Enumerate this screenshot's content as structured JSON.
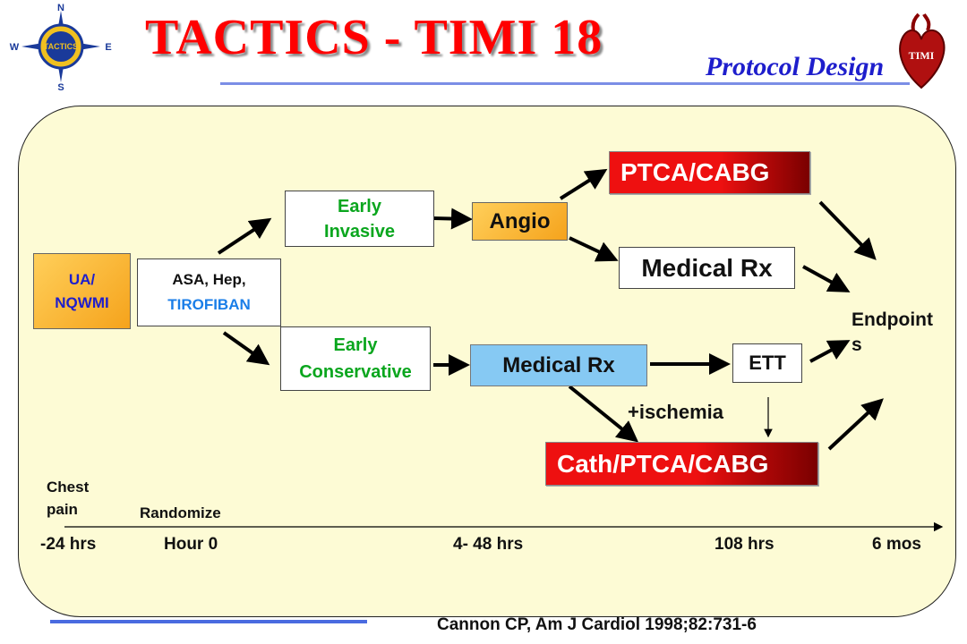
{
  "header": {
    "title": "TACTICS - TIMI 18",
    "subtitle": "Protocol Design",
    "tactics_logo_text": "TACTICS",
    "compass": {
      "n": "N",
      "s": "S",
      "e": "E",
      "w": "W"
    },
    "timi_logo_text": "TIMI"
  },
  "flow": {
    "ua_line1": "UA/",
    "ua_line2": "NQWMI",
    "rx_line1": "ASA, Hep,",
    "rx_line2": "TIROFIBAN",
    "invasive_line1": "Early",
    "invasive_line2": "Invasive",
    "conservative_line1": "Early",
    "conservative_line2": "Conservative",
    "angio": "Angio",
    "ptca_cabg": "PTCA/CABG",
    "medical_rx_upper": "Medical Rx",
    "medical_rx_lower": "Medical Rx",
    "ett": "ETT",
    "ischemia": "+ischemia",
    "cath": "Cath/PTCA/CABG",
    "endpoints_line1": "Endpoint",
    "endpoints_line2": "s"
  },
  "timeline": {
    "chest_pain_line1": "Chest",
    "chest_pain_line2": "pain",
    "randomize": "Randomize",
    "ticks": [
      "-24 hrs",
      "Hour 0",
      "4- 48 hrs",
      "108 hrs",
      "6 mos"
    ]
  },
  "citation": "Cannon CP, Am J Cardiol 1998;82:731-6",
  "colors": {
    "title": "#ff0000",
    "subtitle": "#1e1ecc",
    "panel": "#fdfbd5",
    "red_box": "#ee1010",
    "blue_box": "#86c9f3",
    "orange_box": "#f5a31c",
    "green_text": "#0aa61e"
  }
}
